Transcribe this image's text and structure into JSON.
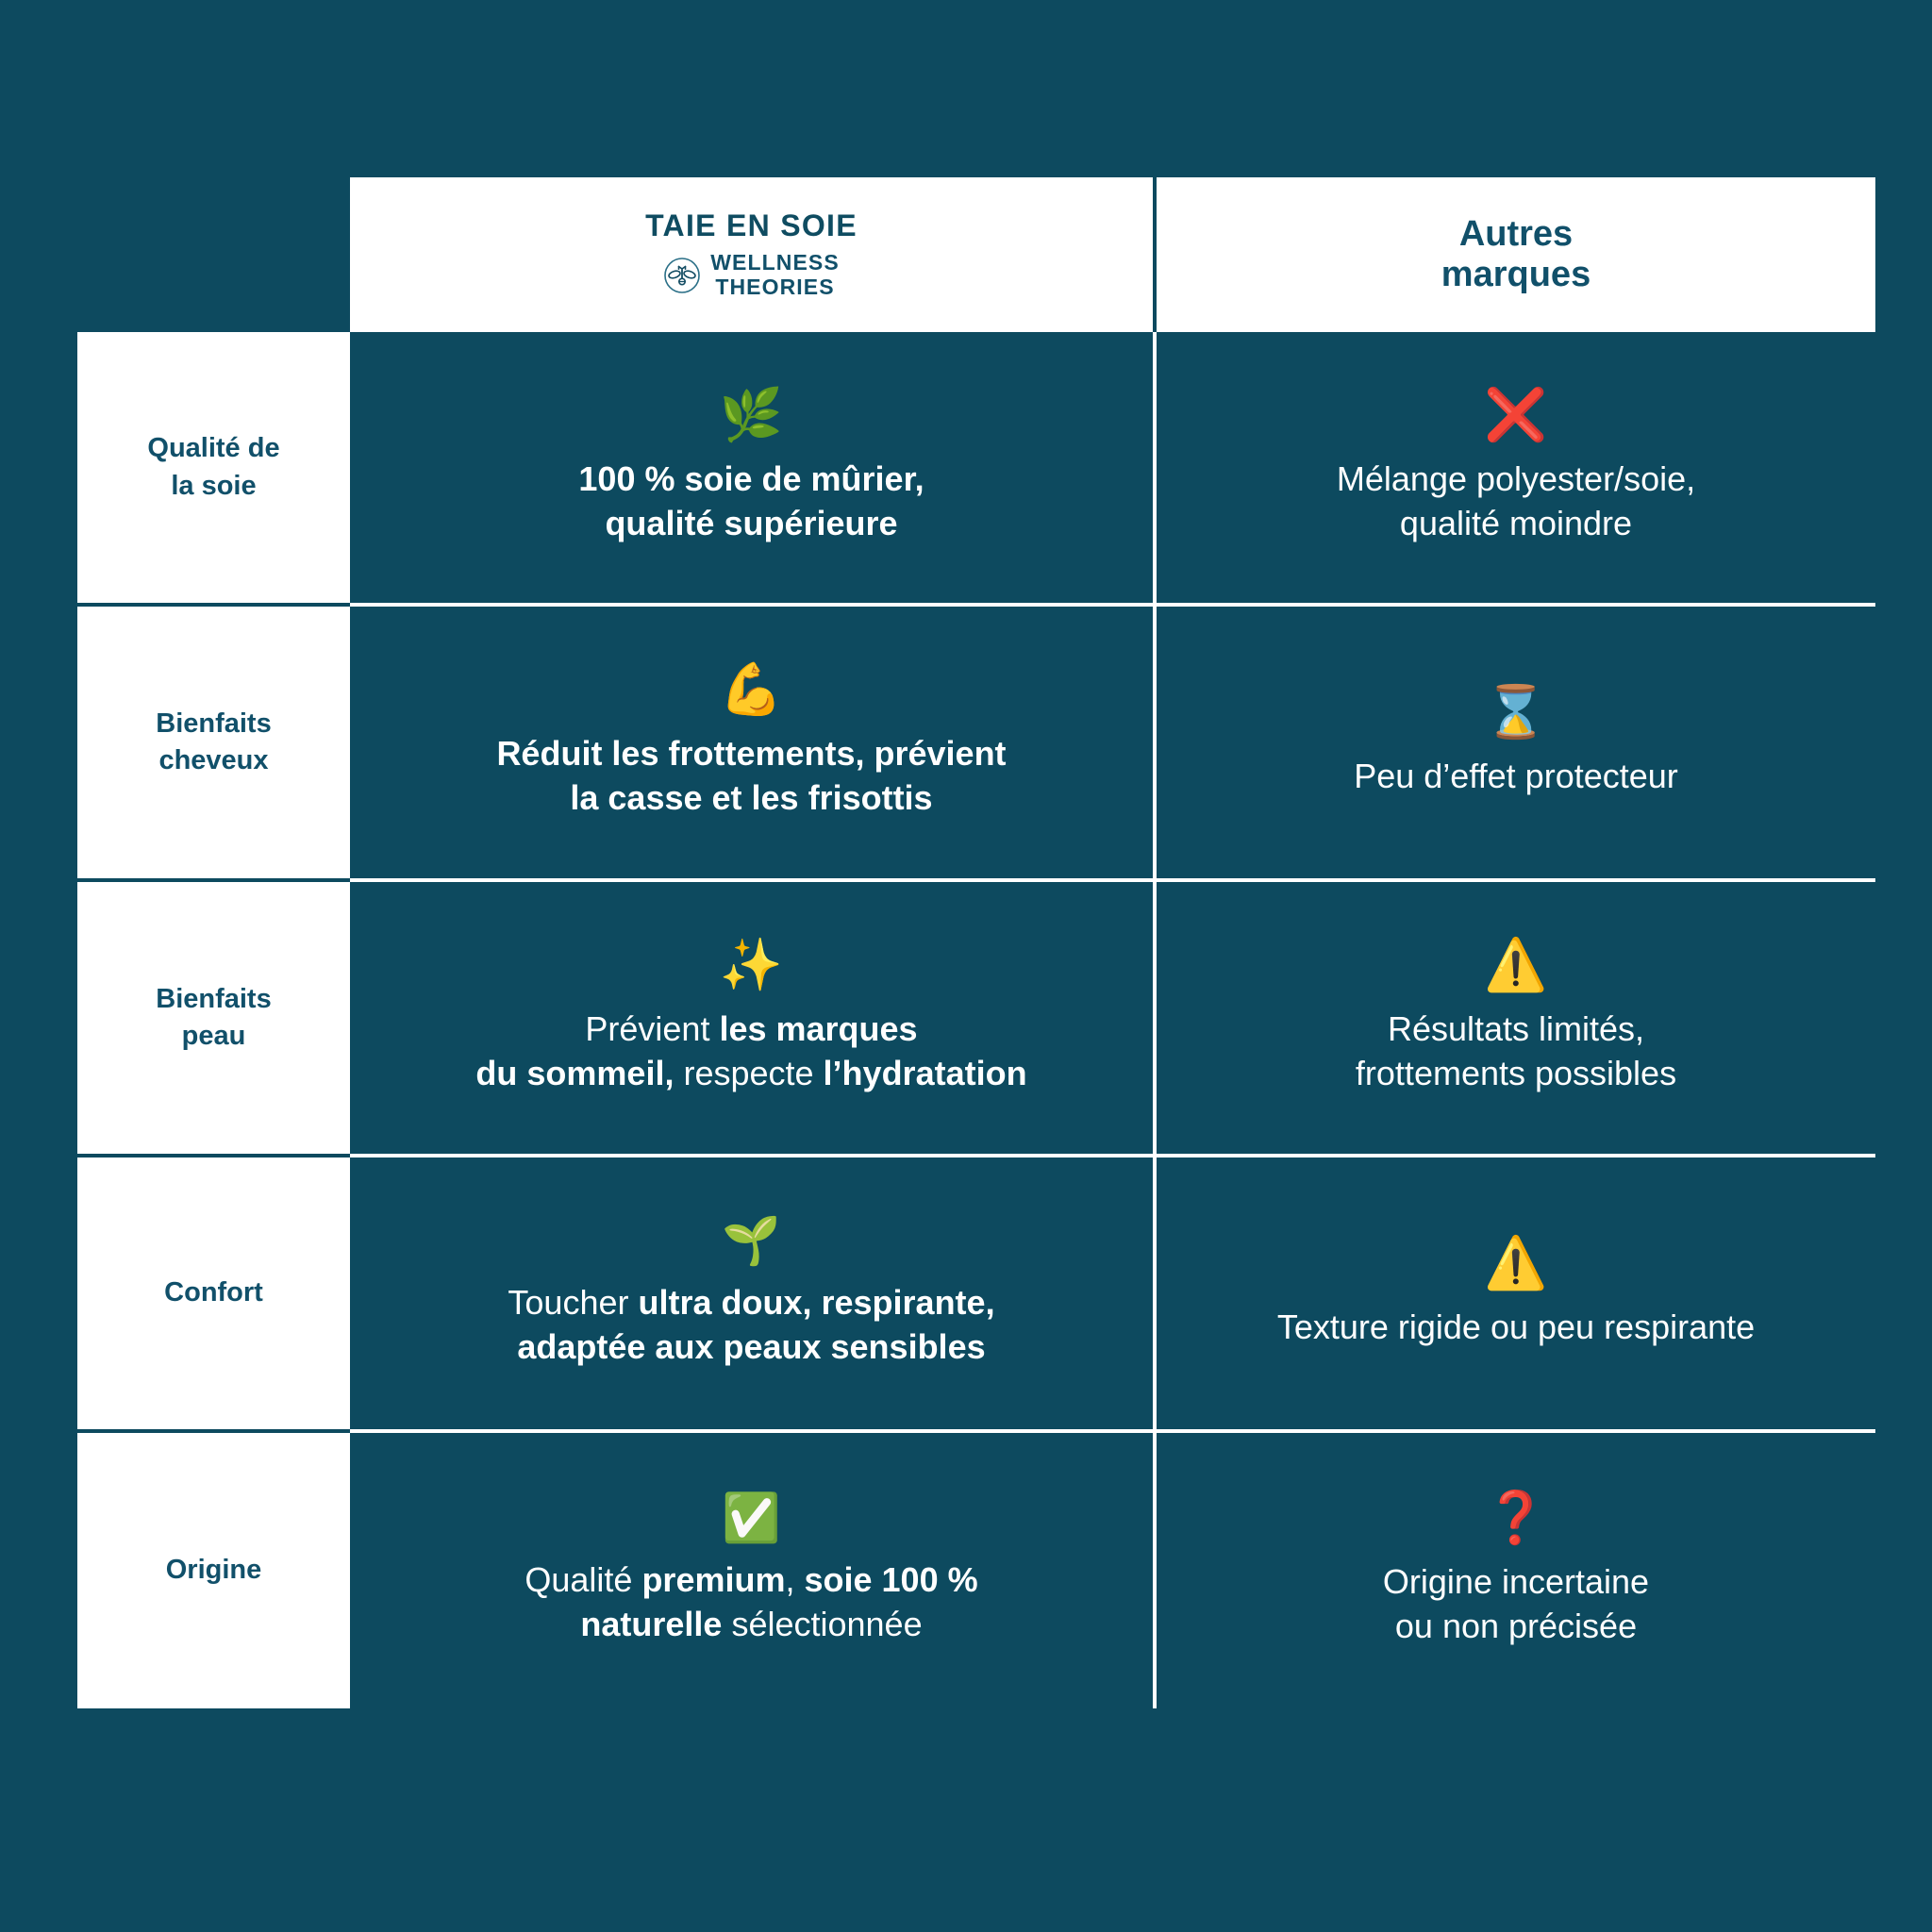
{
  "theme": {
    "background": "#0d4a5f",
    "panel": "#ffffff",
    "brand_text": "#11506a",
    "body_text": "#ffffff",
    "negative": "#e8192c",
    "warning": "#fbc02d"
  },
  "header": {
    "spacer_label": "",
    "brand_column": {
      "title": "TAIE EN SOIE",
      "logo_icon": "wellness-theories-bee-emblem",
      "logo_line1": "WELLNESS",
      "logo_line2": "THEORIES"
    },
    "other_column": {
      "line1": "Autres",
      "line2": "marques"
    }
  },
  "rows": [
    {
      "label_line1": "Qualité de",
      "label_line2": "la soie",
      "brand": {
        "icon": "herb-leaf-emoji",
        "icon_glyph": "🌿",
        "line1_bold": "100 % soie de mûrier,",
        "line2_bold": "qualité supérieure",
        "all_bold": true
      },
      "other": {
        "icon": "cross-mark-emoji",
        "icon_glyph": "❌",
        "line1": "Mélange polyester/soie,",
        "line2": "qualité moindre"
      }
    },
    {
      "label_line1": "Bienfaits",
      "label_line2": "cheveux",
      "brand": {
        "icon": "flexed-biceps-emoji",
        "icon_glyph": "💪",
        "line1_bold": "Réduit les frottements, prévient",
        "line2_bold": "la casse et les frisottis",
        "all_bold": true
      },
      "other": {
        "icon": "hourglass-emoji",
        "icon_glyph": "⌛",
        "line1": "Peu d’effet protecteur",
        "line2": ""
      }
    },
    {
      "label_line1": "Bienfaits",
      "label_line2": "peau",
      "brand": {
        "icon": "sparkles-emoji",
        "icon_glyph": "✨",
        "all_bold": false,
        "segments_line1": [
          {
            "text": "Prévient ",
            "bold": false
          },
          {
            "text": "les marques",
            "bold": true
          }
        ],
        "segments_line2": [
          {
            "text": "du sommeil,",
            "bold": true
          },
          {
            "text": " respecte ",
            "bold": false
          },
          {
            "text": "l’hydratation",
            "bold": true
          }
        ]
      },
      "other": {
        "icon": "warning-sign-emoji",
        "icon_glyph": "⚠️",
        "line1": "Résultats limités,",
        "line2": "frottements possibles"
      }
    },
    {
      "label_line1": "Confort",
      "label_line2": "",
      "brand": {
        "icon": "seedling-emoji",
        "icon_glyph": "🌱",
        "all_bold": false,
        "segments_line1": [
          {
            "text": "Toucher ",
            "bold": false
          },
          {
            "text": "ultra doux, respirante,",
            "bold": true
          }
        ],
        "segments_line2": [
          {
            "text": "adaptée aux peaux sensibles",
            "bold": true
          }
        ]
      },
      "other": {
        "icon": "warning-sign-emoji",
        "icon_glyph": "⚠️",
        "line1": "Texture rigide ou peu respirante",
        "line2": ""
      }
    },
    {
      "label_line1": "Origine",
      "label_line2": "",
      "brand": {
        "icon": "check-mark-button-emoji",
        "icon_glyph": "✅",
        "all_bold": false,
        "segments_line1": [
          {
            "text": "Qualité ",
            "bold": false
          },
          {
            "text": "premium",
            "bold": true
          },
          {
            "text": ", ",
            "bold": false
          },
          {
            "text": "soie 100 %",
            "bold": true
          }
        ],
        "segments_line2": [
          {
            "text": "naturelle",
            "bold": true
          },
          {
            "text": " sélectionnée",
            "bold": false
          }
        ]
      },
      "other": {
        "icon": "red-question-mark-emoji",
        "icon_glyph": "❓",
        "line1": "Origine incertaine",
        "line2": "ou non précisée"
      }
    }
  ]
}
